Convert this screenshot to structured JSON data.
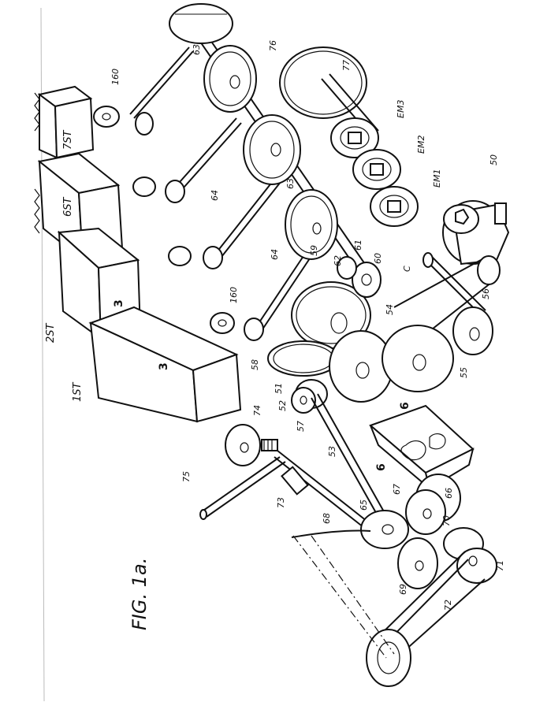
{
  "figure": {
    "title": "FIG. 1a."
  },
  "stations": {
    "st1": "1ST",
    "st2": "2ST",
    "st6": "6ST",
    "st7": "7ST"
  },
  "section_markers": {
    "m3a": "3",
    "m3b": "3",
    "m6a": "6",
    "m6b": "6"
  },
  "labels": {
    "l160a": "160",
    "l160b": "160",
    "l63a": "63",
    "l63b": "63",
    "l64a": "64",
    "l64b": "64",
    "l76": "76",
    "l77": "77",
    "lEM3": "EM3",
    "lEM2": "EM2",
    "lEM1": "EM1",
    "l50": "50",
    "l59": "59",
    "l60": "60",
    "l61": "61",
    "l62": "62",
    "lC": "C",
    "l54": "54",
    "l55": "55",
    "l56": "56",
    "l58": "58",
    "l51": "51",
    "l52": "52",
    "l57": "57",
    "l53": "53",
    "l74": "74",
    "l75": "75",
    "l73": "73",
    "l68": "68",
    "l65": "65",
    "l67": "67",
    "l66": "66",
    "l69": "69",
    "l70": "70",
    "l71": "71",
    "l72": "72"
  }
}
